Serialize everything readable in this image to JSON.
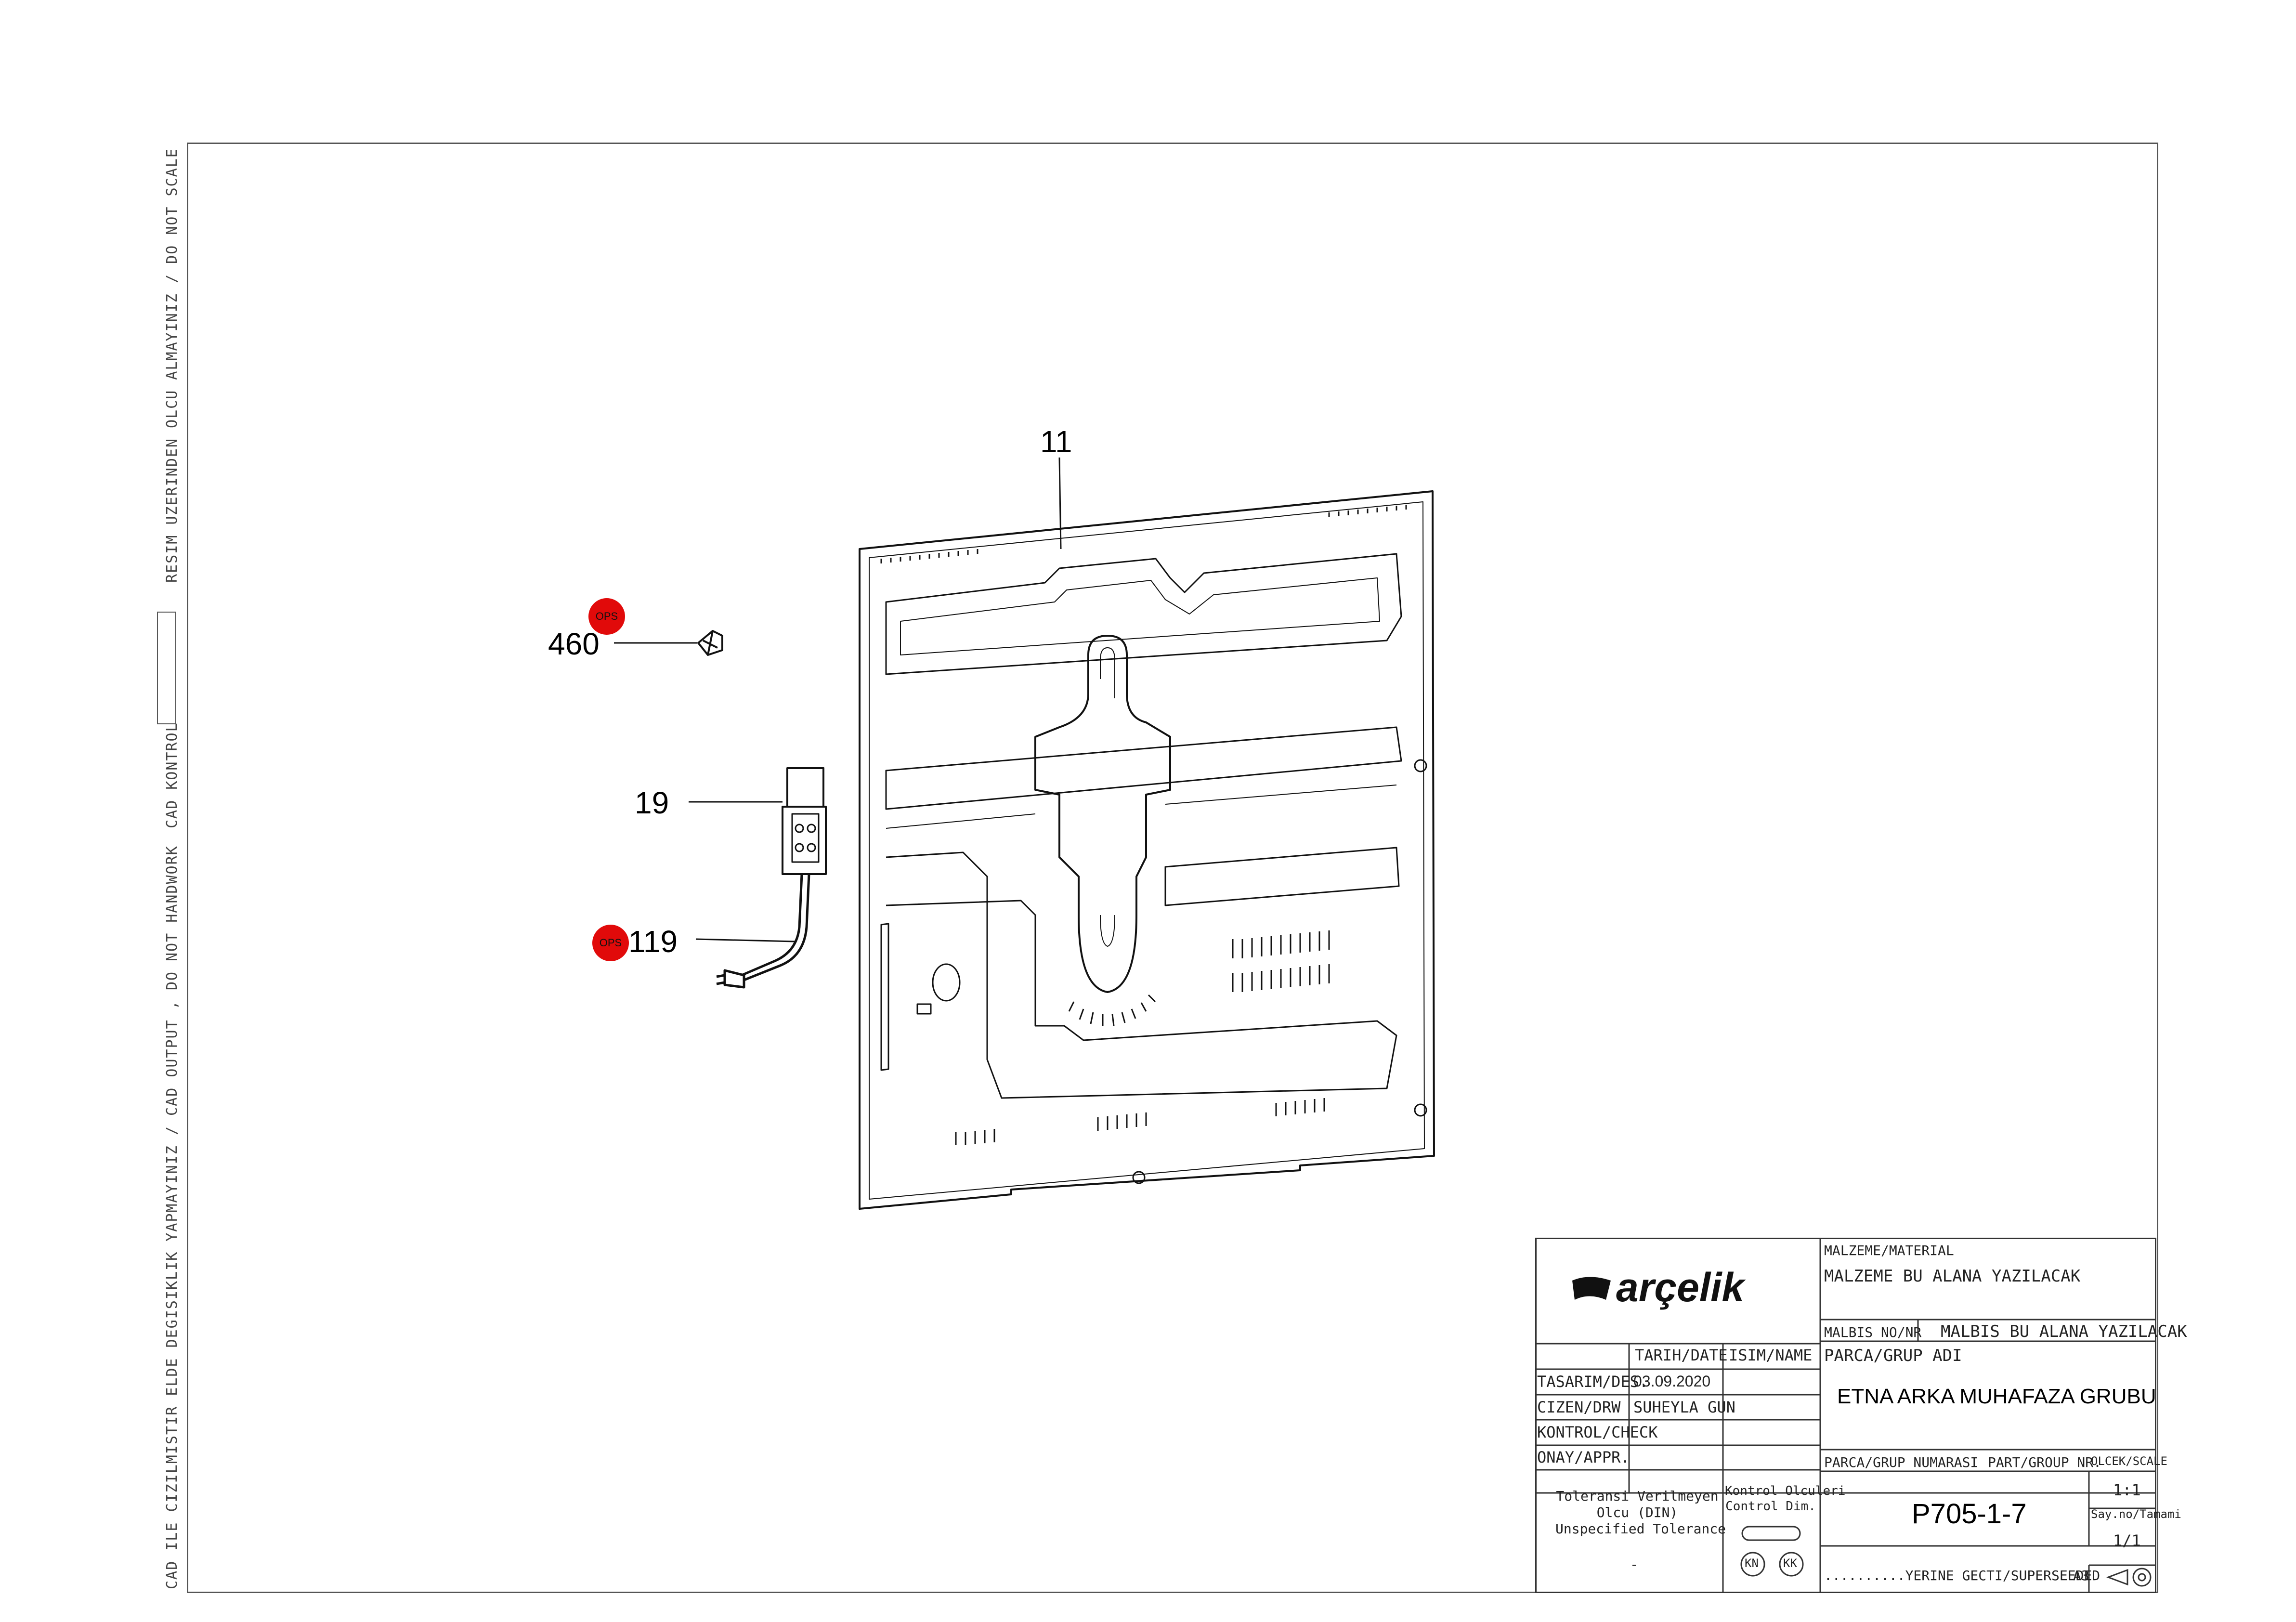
{
  "margin_notes": {
    "scale_note": "RESIM UZERINDEN OLCU ALMAYINIZ / DO NOT SCALE",
    "cad_kontrol": "CAD KONTROL",
    "handwork_note": "CAD ILE CIZILMISTIR ELDE DEGISIKLIK YAPMAYINIZ / CAD OUTPUT , DO NOT HANDWORK"
  },
  "callouts": [
    {
      "id": "11",
      "label": "11"
    },
    {
      "id": "460",
      "label": "460",
      "ops": true
    },
    {
      "id": "19",
      "label": "19"
    },
    {
      "id": "119",
      "label": "119",
      "ops": true
    }
  ],
  "ops_badge": "OPS",
  "title_block": {
    "logo": "arçelik",
    "material_header": "MALZEME/MATERIAL",
    "material_value": "MALZEME BU ALANA YAZILACAK",
    "malbis_label": "MALBIS NO/NR",
    "malbis_value": "MALBIS BU ALANA YAZILACAK",
    "part_name_label": "PARCA/GRUP ADI",
    "part_name": "ETNA ARKA MUHAFAZA GRUBU",
    "date_header": "TARIH/DATE",
    "name_header": "ISIM/NAME",
    "rows": [
      {
        "label": "TASARIM/DES.",
        "date": "03.09.2020",
        "name": ""
      },
      {
        "label": "CIZEN/DRW",
        "date": "SUHEYLA GUN",
        "name": ""
      },
      {
        "label": "KONTROL/CHECK",
        "date": "",
        "name": ""
      },
      {
        "label": "ONAY/APPR.",
        "date": "",
        "name": ""
      }
    ],
    "part_number_label": "PARCA/GRUP NUMARASI",
    "part_number_label_en": "PART/GROUP NR.",
    "part_number": "P705-1-7",
    "scale_label": "OLCEK/SCALE",
    "scale_value": "1:1",
    "sheet_label": "Say.no/Tamami",
    "sheet_value": "1/1",
    "tolerance_line1": "Toleransi Verilmeyen",
    "tolerance_line2": "Olcu (DIN)",
    "tolerance_line3": "Unspecified Tolerance",
    "tolerance_dash": "-",
    "control_line1": "Kontrol Olculeri",
    "control_line2": "Control Dim.",
    "kn": "KN",
    "kk": "KK",
    "superseded": "..........YERINE GECTI/SUPERSEEDED",
    "paper_size": "A3"
  },
  "colors": {
    "ops_badge": "#e10a0a",
    "line": "#111111",
    "frame": "#555555"
  }
}
